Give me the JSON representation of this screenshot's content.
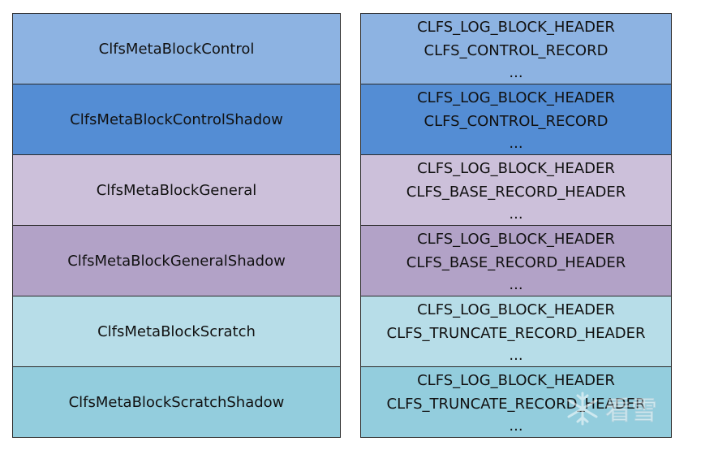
{
  "left_blocks": [
    {
      "label": "ClfsMetaBlockControl",
      "color": "#8db3e2"
    },
    {
      "label": "ClfsMetaBlockControlShadow",
      "color": "#548dd4"
    },
    {
      "label": "ClfsMetaBlockGeneral",
      "color": "#ccc0da"
    },
    {
      "label": "ClfsMetaBlockGeneralShadow",
      "color": "#b2a2c7"
    },
    {
      "label": "ClfsMetaBlockScratch",
      "color": "#b7dde8"
    },
    {
      "label": "ClfsMetaBlockScratchShadow",
      "color": "#93cddd"
    }
  ],
  "right_blocks": [
    {
      "line1": "CLFS_LOG_BLOCK_HEADER",
      "line2": "CLFS_CONTROL_RECORD",
      "line3": "..."
    },
    {
      "line1": "CLFS_LOG_BLOCK_HEADER",
      "line2": "CLFS_CONTROL_RECORD",
      "line3": "..."
    },
    {
      "line1": "CLFS_LOG_BLOCK_HEADER",
      "line2": "CLFS_BASE_RECORD_HEADER",
      "line3": "..."
    },
    {
      "line1": "CLFS_LOG_BLOCK_HEADER",
      "line2": "CLFS_BASE_RECORD_HEADER",
      "line3": "..."
    },
    {
      "line1": "CLFS_LOG_BLOCK_HEADER",
      "line2": "CLFS_TRUNCATE_RECORD_HEADER",
      "line3": "..."
    },
    {
      "line1": "CLFS_LOG_BLOCK_HEADER",
      "line2": "CLFS_TRUNCATE_RECORD_HEADER",
      "line3": "..."
    }
  ],
  "watermark": {
    "text": "看雪",
    "icon": "snowflake-icon"
  }
}
